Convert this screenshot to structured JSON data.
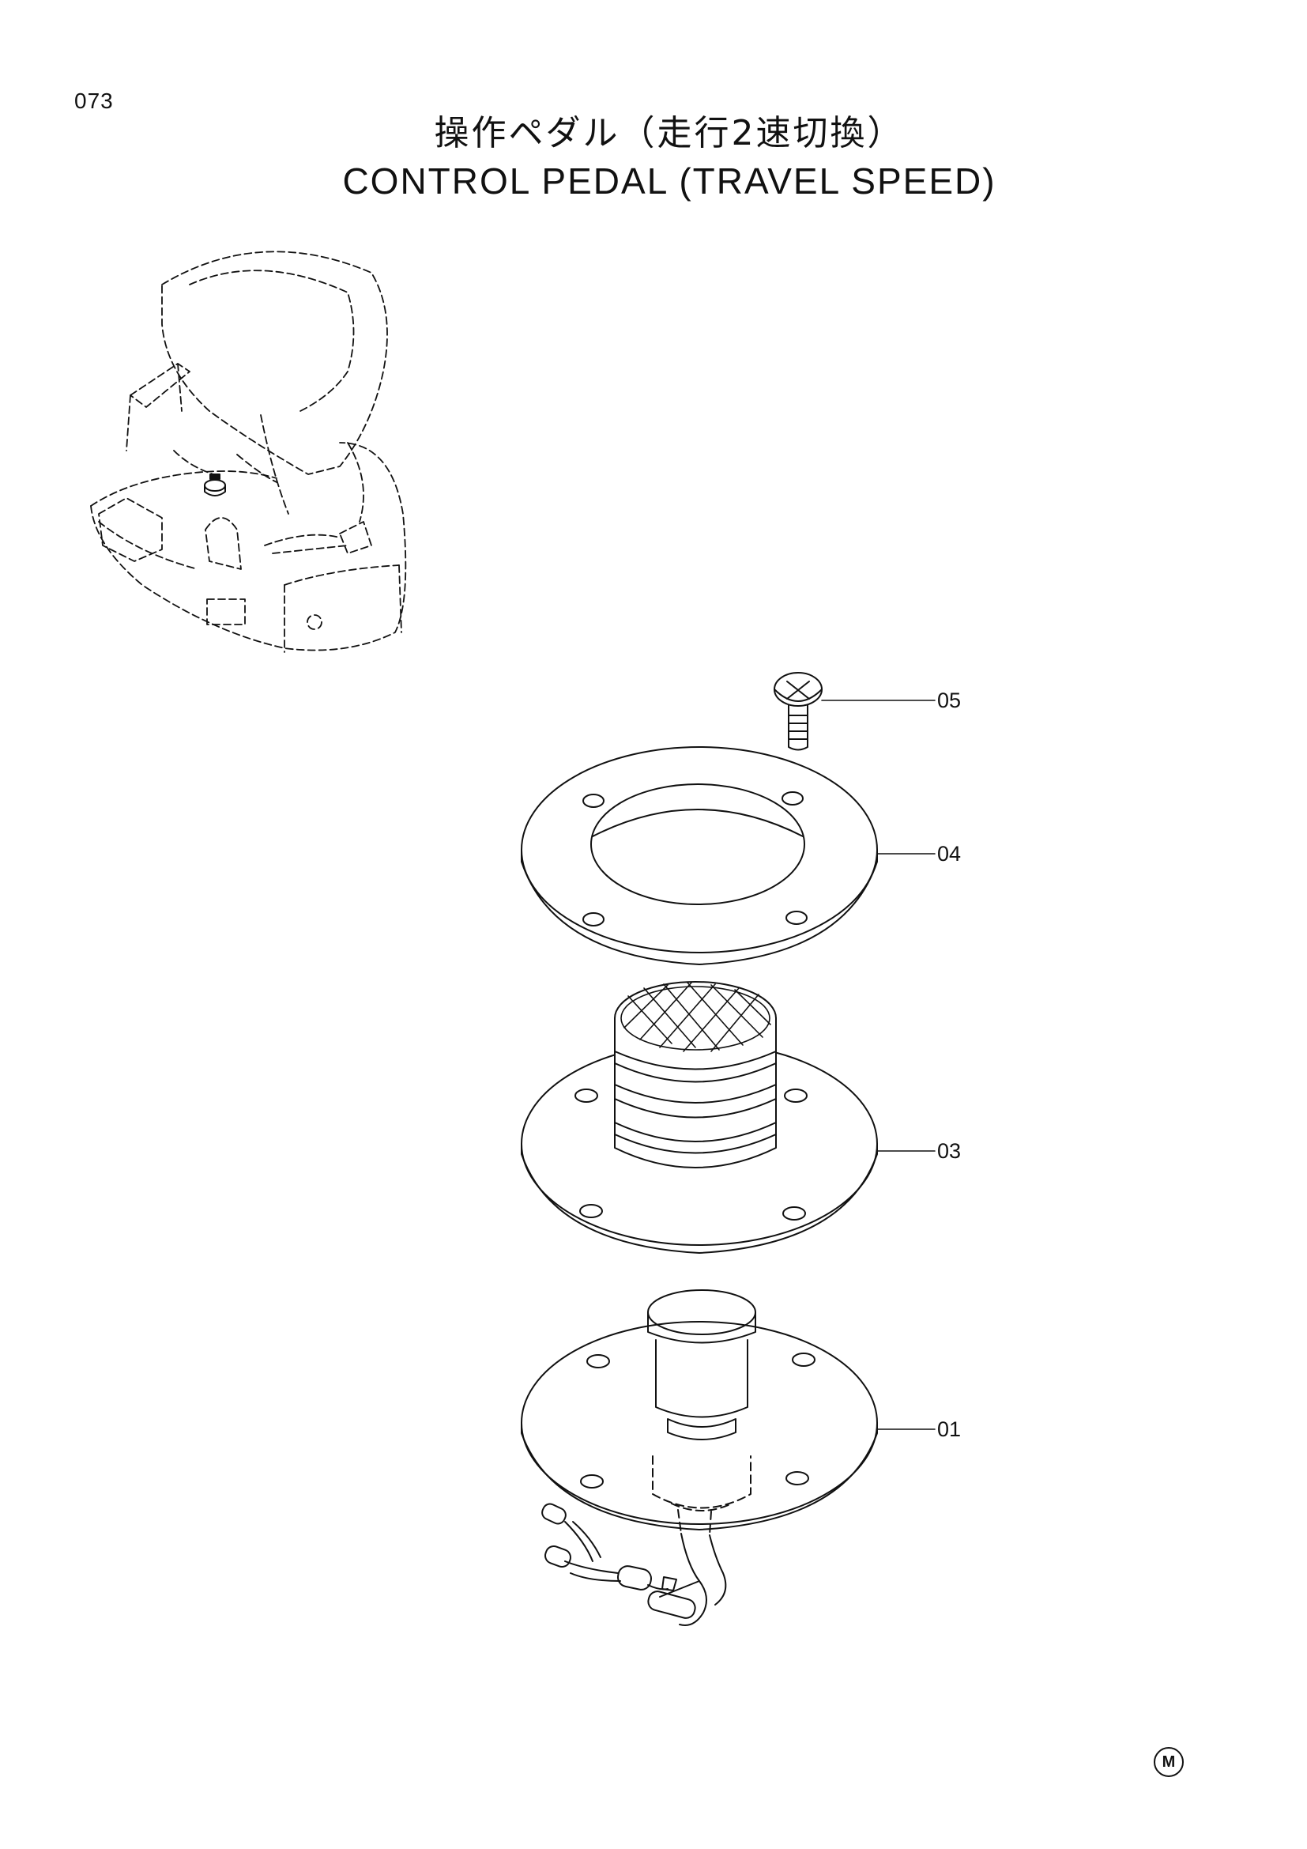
{
  "page": {
    "number": "073",
    "title_jp": "操作ペダル（走行2速切換）",
    "title_en": "CONTROL PEDAL (TRAVEL SPEED)",
    "mark": "M"
  },
  "parts": [
    {
      "ref": "05",
      "item": "screw"
    },
    {
      "ref": "04",
      "item": "ring-plate"
    },
    {
      "ref": "03",
      "item": "pedal-pad"
    },
    {
      "ref": "01",
      "item": "pedal-switch"
    }
  ]
}
